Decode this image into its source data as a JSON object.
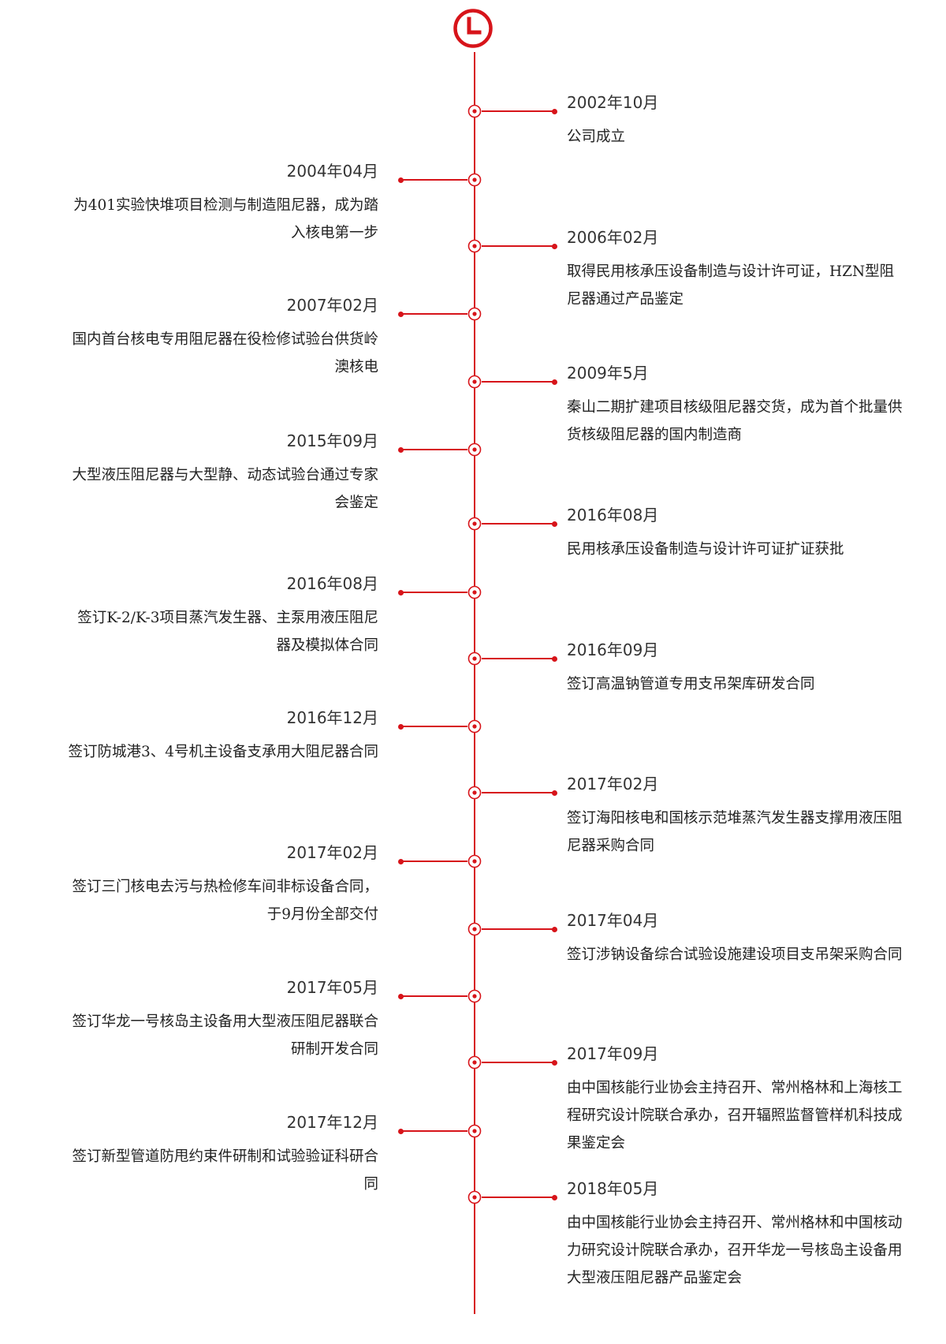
{
  "theme": {
    "accent": "#d7141a"
  },
  "header": {
    "icon": "clock-icon"
  },
  "timeline": [
    {
      "side": "right",
      "date": "2002年10月",
      "text": "公司成立"
    },
    {
      "side": "left",
      "date": "2004年04月",
      "text": "为401实验快堆项目检测与制造阻尼器，成为踏入核电第一步"
    },
    {
      "side": "right",
      "date": "2006年02月",
      "text": "取得民用核承压设备制造与设计许可证，HZN型阻尼器通过产品鉴定"
    },
    {
      "side": "left",
      "date": "2007年02月",
      "text": "国内首台核电专用阻尼器在役检修试验台供货岭澳核电"
    },
    {
      "side": "right",
      "date": "2009年5月",
      "text": "秦山二期扩建项目核级阻尼器交货，成为首个批量供货核级阻尼器的国内制造商"
    },
    {
      "side": "left",
      "date": "2015年09月",
      "text": "大型液压阻尼器与大型静、动态试验台通过专家会鉴定"
    },
    {
      "side": "right",
      "date": "2016年08月",
      "text": "民用核承压设备制造与设计许可证扩证获批"
    },
    {
      "side": "left",
      "date": "2016年08月",
      "text": "签订K-2/K-3项目蒸汽发生器、主泵用液压阻尼器及模拟体合同"
    },
    {
      "side": "right",
      "date": "2016年09月",
      "text": "签订高温钠管道专用支吊架库研发合同"
    },
    {
      "side": "left",
      "date": "2016年12月",
      "text": "签订防城港3、4号机主设备支承用大阻尼器合同"
    },
    {
      "side": "right",
      "date": "2017年02月",
      "text": "签订海阳核电和国核示范堆蒸汽发生器支撑用液压阻尼器采购合同"
    },
    {
      "side": "left",
      "date": "2017年02月",
      "text": "签订三门核电去污与热检修车间非标设备合同，于9月份全部交付"
    },
    {
      "side": "right",
      "date": "2017年04月",
      "text": "签订涉钠设备综合试验设施建设项目支吊架采购合同"
    },
    {
      "side": "left",
      "date": "2017年05月",
      "text": "签订华龙一号核岛主设备用大型液压阻尼器联合研制开发合同"
    },
    {
      "side": "right",
      "date": "2017年09月",
      "text": "由中国核能行业协会主持召开、常州格林和上海核工程研究设计院联合承办，召开辐照监督管样机科技成果鉴定会"
    },
    {
      "side": "left",
      "date": "2017年12月",
      "text": "签订新型管道防甩约束件研制和试验验证科研合同"
    },
    {
      "side": "right",
      "date": "2018年05月",
      "text": "由中国核能行业协会主持召开、常州格林和中国核动力研究设计院联合承办，召开华龙一号核岛主设备用大型液压阻尼器产品鉴定会"
    }
  ]
}
